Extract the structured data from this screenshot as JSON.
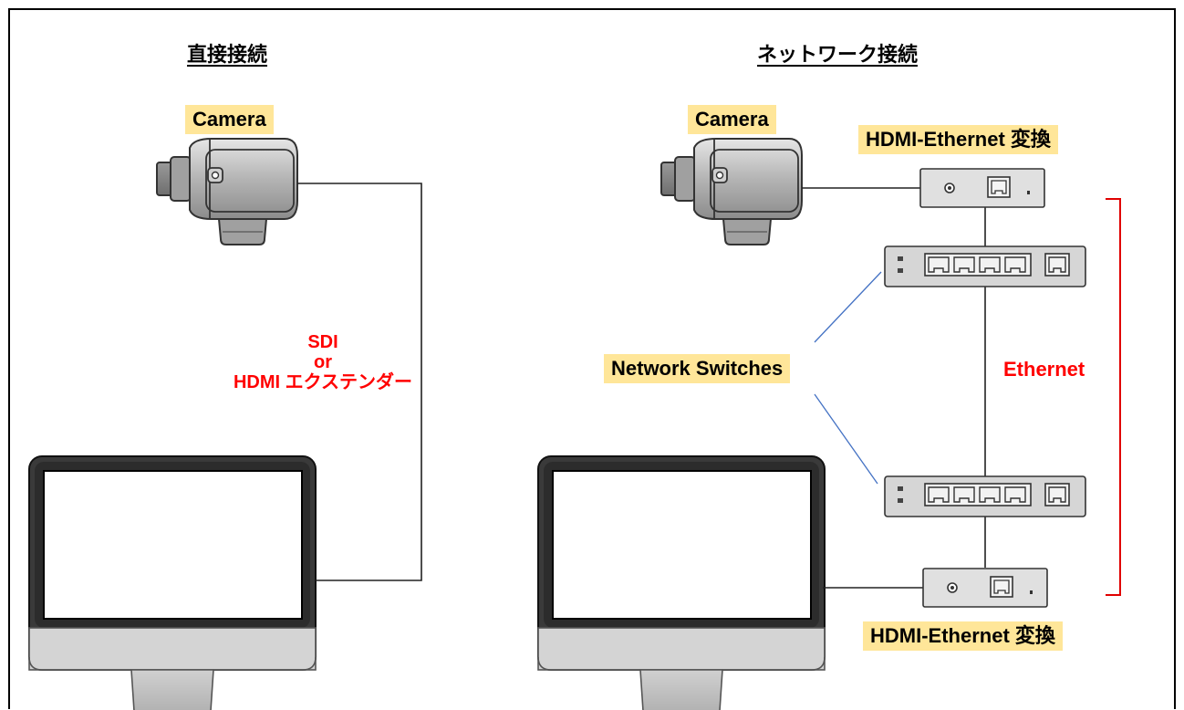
{
  "left_panel": {
    "title": "直接接続",
    "camera_label": "Camera",
    "cable_label": {
      "line1": "SDI",
      "line2": "or",
      "line3": "HDMI エクステンダー"
    }
  },
  "right_panel": {
    "title": "ネットワーク接続",
    "camera_label": "Camera",
    "converter_top_label": "HDMI-Ethernet 変換",
    "converter_bottom_label": "HDMI-Ethernet 変換",
    "switches_label": "Network Switches",
    "ethernet_label": "Ethernet"
  },
  "colors": {
    "label_highlight": "#ffe699",
    "cable_text": "#ff0000",
    "ethernet_bracket": "#e00000",
    "callout_line": "#4472c4"
  }
}
